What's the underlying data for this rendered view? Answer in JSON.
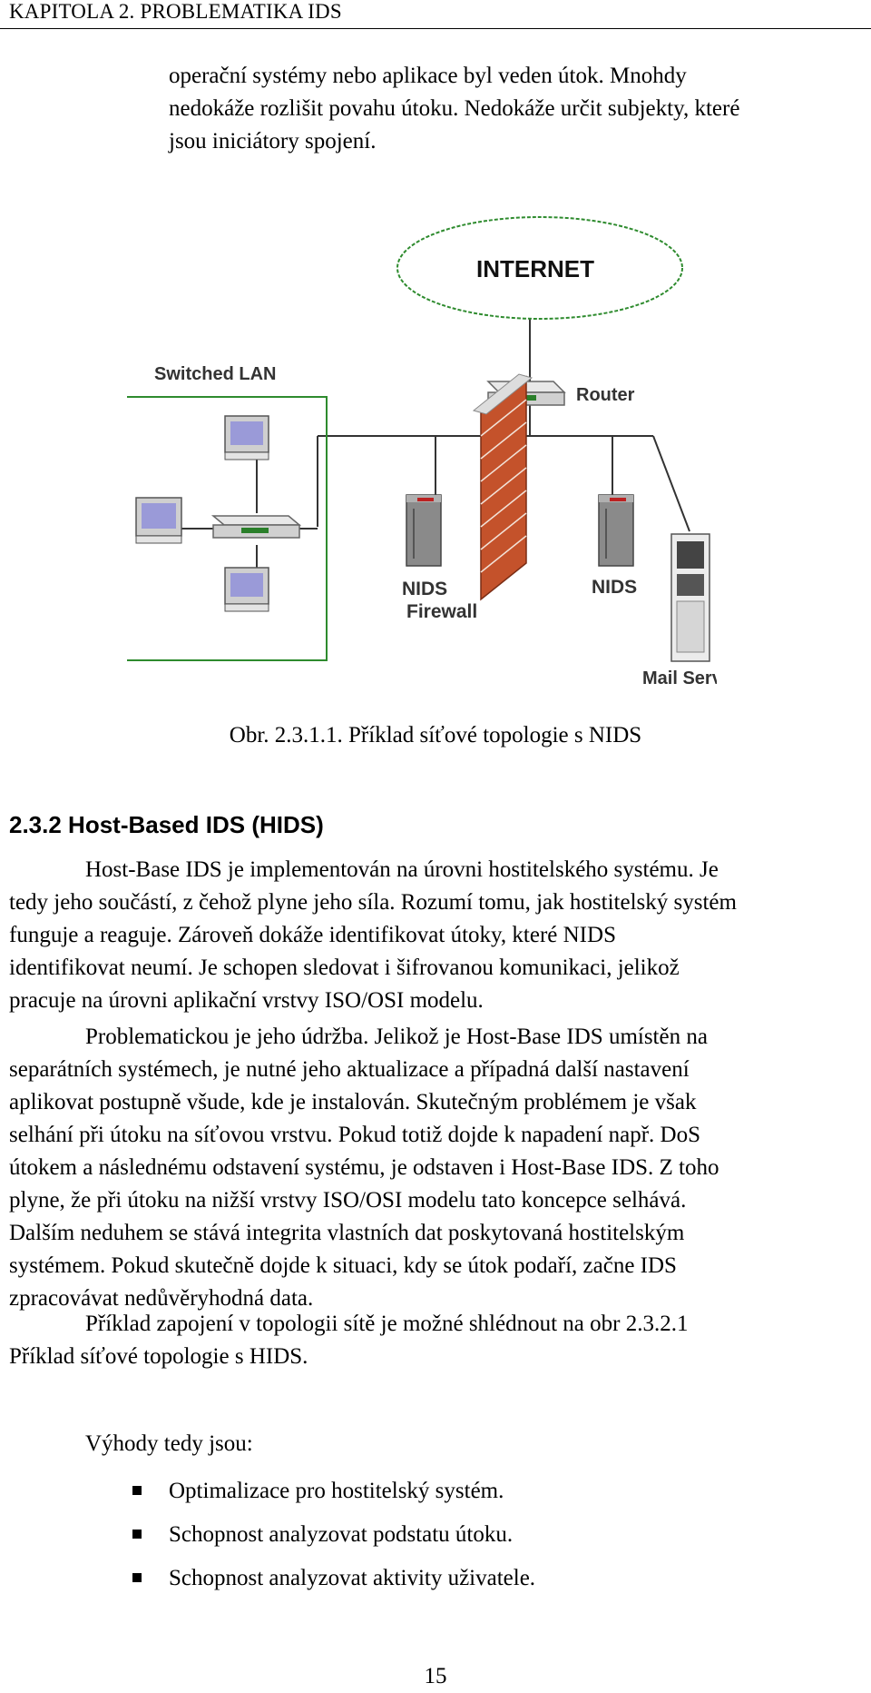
{
  "header": {
    "running_title": "KAPITOLA 2. PROBLEMATIKA IDS"
  },
  "intro_lines": [
    "operační systémy nebo aplikace byl veden útok. Mnohdy",
    "nedokáže rozlišit povahu útoku. Nedokáže určit subjekty, které",
    "jsou iniciátory spojení."
  ],
  "figure": {
    "internet_label": "INTERNET",
    "switched_lan_label": "Switched LAN",
    "router_label": "Router",
    "nids_left_label": "NIDS",
    "firewall_label": "Firewall",
    "nids_right_label": "NIDS",
    "mail_server_label": "Mail Server",
    "colors": {
      "cloud_border": "#2e8b2e",
      "lan_border": "#2e8b2e",
      "brick": "#c4522b",
      "line": "#333333"
    }
  },
  "caption": "Obr. 2.3.1.1. Příklad síťové topologie s NIDS",
  "section_heading": "2.3.2 Host-Based IDS (HIDS)",
  "para1_lines": [
    "Host-Base IDS je implementován na úrovni hostitelského systému. Je",
    "tedy jeho součástí, z čehož plyne jeho síla. Rozumí tomu, jak hostitelský systém",
    "funguje a reaguje. Zároveň dokáže identifikovat útoky, které NIDS",
    "identifikovat neumí. Je schopen sledovat i šifrovanou komunikaci, jelikož",
    "pracuje na úrovni aplikační vrstvy ISO/OSI modelu."
  ],
  "para2_lines": [
    "Problematickou je jeho údržba. Jelikož je Host-Base IDS umístěn na",
    "separátních systémech, je nutné jeho aktualizace a případná další nastavení",
    "aplikovat postupně všude, kde je instalován. Skutečným problémem je však",
    "selhání při útoku na síťovou vrstvu. Pokud totiž dojde k napadení např. DoS",
    "útokem a následnému odstavení systému, je odstaven i Host-Base IDS. Z toho",
    "plyne, že při útoku na nižší vrstvy ISO/OSI modelu tato koncepce selhává.",
    "Dalším neduhem se stává integrita vlastních  dat poskytovaná hostitelským",
    "systémem. Pokud skutečně dojde k situaci, kdy se útok podaří, začne IDS",
    "zpracovávat nedůvěryhodná data."
  ],
  "para3_lines": [
    "Příklad zapojení v topologii sítě je možné shlédnout na obr 2.3.2.1",
    "Příklad síťové topologie s HIDS."
  ],
  "advantages": {
    "lead": "Výhody tedy jsou:",
    "items": [
      "Optimalizace pro hostitelský systém.",
      "Schopnost analyzovat podstatu útoku.",
      "Schopnost analyzovat aktivity uživatele."
    ]
  },
  "page_number": "15"
}
